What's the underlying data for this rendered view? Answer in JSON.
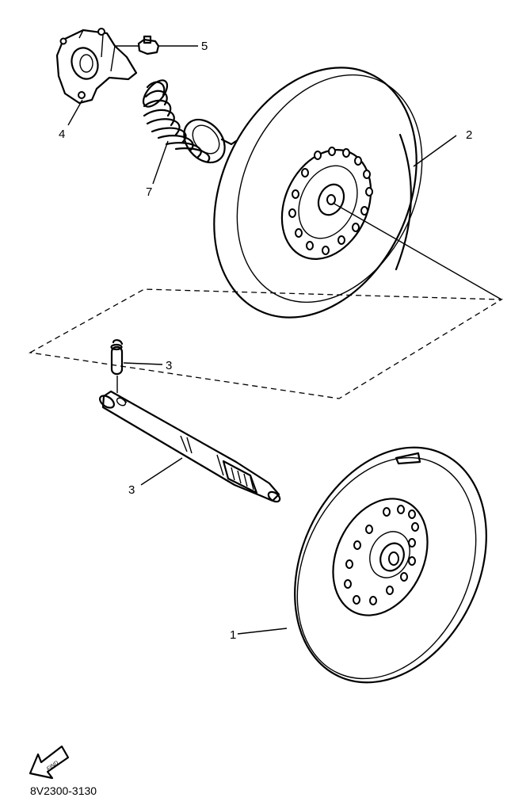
{
  "diagram": {
    "callouts": {
      "p1": "1",
      "p2": "2",
      "p3": "3",
      "p4": "4",
      "p5": "5",
      "p6": "3",
      "p7": "7"
    },
    "find_badge": "FIND",
    "diagram_code": "8V2300-3130"
  }
}
